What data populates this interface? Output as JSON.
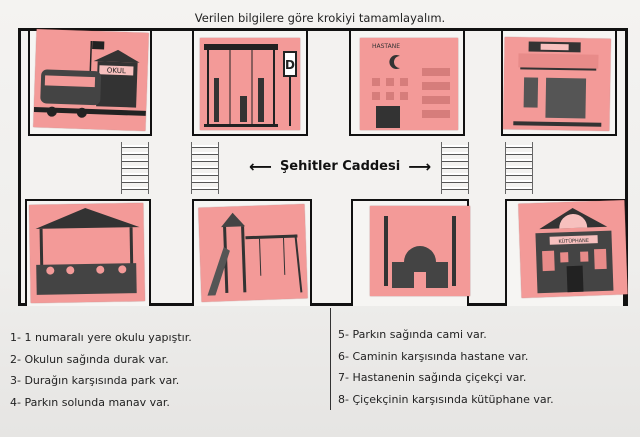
{
  "title": "Verilen bilgilere göre krokiyi tamamlayalım.",
  "street": {
    "name": "Şehitler Caddesi",
    "left_arrow": "⟵",
    "right_arrow": "⟶"
  },
  "map": {
    "top_row": [
      {
        "place": "school",
        "sign": "OKUL"
      },
      {
        "place": "bus-stop",
        "sign": "D"
      },
      {
        "place": "hospital",
        "sign": "HASTANE"
      },
      {
        "place": "flower-shop"
      }
    ],
    "bottom_row": [
      {
        "place": "greengrocer"
      },
      {
        "place": "park"
      },
      {
        "place": "mosque"
      },
      {
        "place": "library",
        "sign": "KÜTÜPHANE"
      }
    ],
    "card_color": "#f39a98"
  },
  "instructions": {
    "left": [
      "1-  1 numaralı yere okulu yapıştır.",
      "2- Okulun sağında durak var.",
      "3- Durağın karşısında park var.",
      "4- Parkın solunda manav var."
    ],
    "right": [
      "5- Parkın sağında cami var.",
      "6- Caminin karşısında hastane var.",
      "7- Hastanenin sağında çiçekçi var.",
      "8- Çiçekçinin karşısında kütüphane var."
    ]
  }
}
